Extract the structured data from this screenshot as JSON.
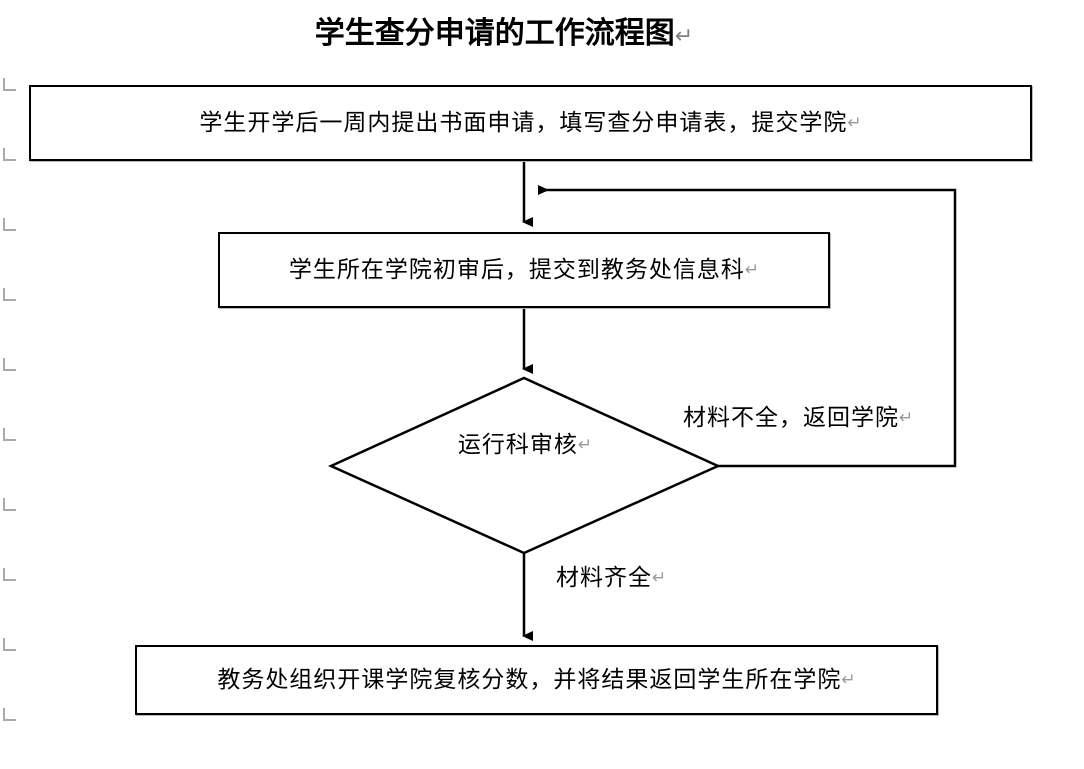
{
  "document": {
    "title": "学生查分申请的工作流程图",
    "pilcrow_glyph": "↵",
    "background_color": "#ffffff",
    "line_color": "#000000",
    "mark_color": "#a9a9a9"
  },
  "flowchart": {
    "nodes": [
      {
        "id": "apply",
        "shape": "rectangle",
        "text": "学生开学后一周内提出书面申请，填写查分申请表，提交学院",
        "mark": "↵"
      },
      {
        "id": "college-review",
        "shape": "rectangle",
        "text": "学生所在学院初审后，提交到教务处信息科",
        "mark": "↵"
      },
      {
        "id": "operations-audit",
        "shape": "diamond",
        "text": "运行科审核",
        "mark": "↵"
      },
      {
        "id": "recheck-score",
        "shape": "rectangle",
        "text": "教务处组织开课学院复核分数，并将结果返回学生所在学院",
        "mark": "↵"
      }
    ],
    "edge_labels": [
      {
        "id": "incomplete",
        "text": "材料不全，返回学院",
        "mark": "↵"
      },
      {
        "id": "complete",
        "text": "材料齐全",
        "mark": "↵"
      }
    ],
    "formatting_marks_count": 10
  }
}
